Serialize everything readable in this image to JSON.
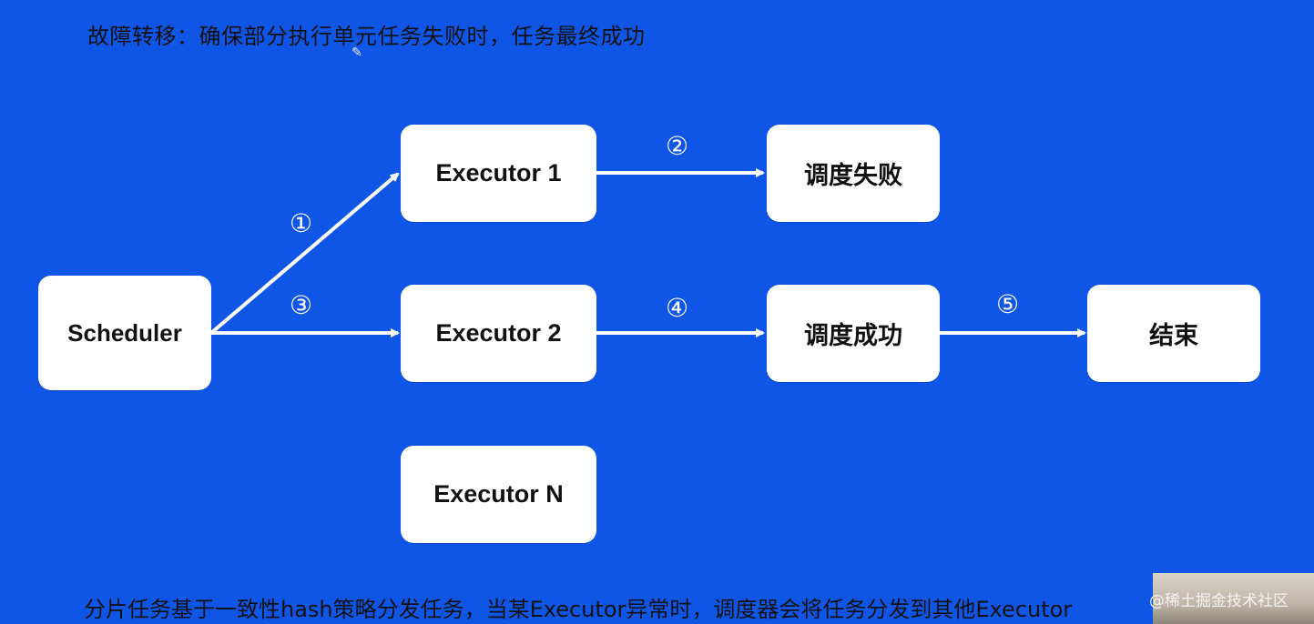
{
  "title": "故障转移：确保部分执行单元任务失败时，任务最终成功",
  "pen_icon": "pencil-icon",
  "nodes": {
    "scheduler": "Scheduler",
    "executor1": "Executor 1",
    "executor2": "Executor 2",
    "executorN": "Executor N",
    "fail": "调度失败",
    "success": "调度成功",
    "end": "结束"
  },
  "steps": {
    "s1": "①",
    "s2": "②",
    "s3": "③",
    "s4": "④",
    "s5": "⑤"
  },
  "footer": "分片任务基于一致性hash策略分发任务，当某Executor异常时，调度器会将任务分发到其他Executor",
  "watermark": "@稀土掘金技术社区",
  "colors": {
    "background": "#0f56e6",
    "node_fill": "#ffffff",
    "arrow": "#ffffff"
  }
}
